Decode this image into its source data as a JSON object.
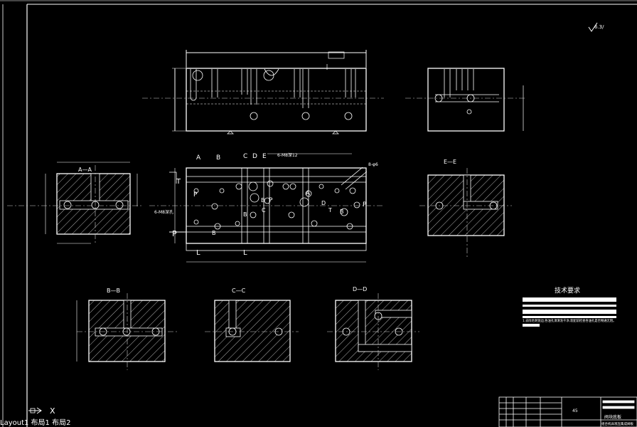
{
  "colors": {
    "background": "#000000",
    "lines": "#ffffff",
    "centerline": "#cfcfcf"
  },
  "views": {
    "top_view_label": "",
    "section_aa": "A—A",
    "section_bb": "B—B",
    "section_cc": "C—C",
    "section_dd": "D—D",
    "section_ee": "E—E"
  },
  "callouts": {
    "a_top": "A",
    "b_top": "B",
    "c_top": "C",
    "d_top": "D",
    "e_top": "E",
    "a_mid": "A",
    "b_mid1": "B",
    "b_mid2": "B",
    "b_mid3": "B",
    "b_mid4": "B",
    "c_mid": "C",
    "d_mid": "D",
    "p1": "P",
    "p2": "P",
    "p3": "P",
    "p4": "P",
    "t1": "T",
    "t2": "T",
    "l1": "L",
    "l2": "L",
    "thread1": "6-M8深12",
    "thread2": "8-φ6",
    "thread3": "6-M8深孔"
  },
  "notes": {
    "tech_title": "技术要求",
    "tech_note": "1.去除毛刺锐边,各油孔须清洗干净,装配前检查各油孔是否畅通无阻。"
  },
  "title_block": {
    "material": "45",
    "part_name": "阀块底板",
    "part_name2": "组合机床液压集成阀板"
  },
  "roughness": "6.3/",
  "status_bar": "Layout1 布局1 布局2"
}
